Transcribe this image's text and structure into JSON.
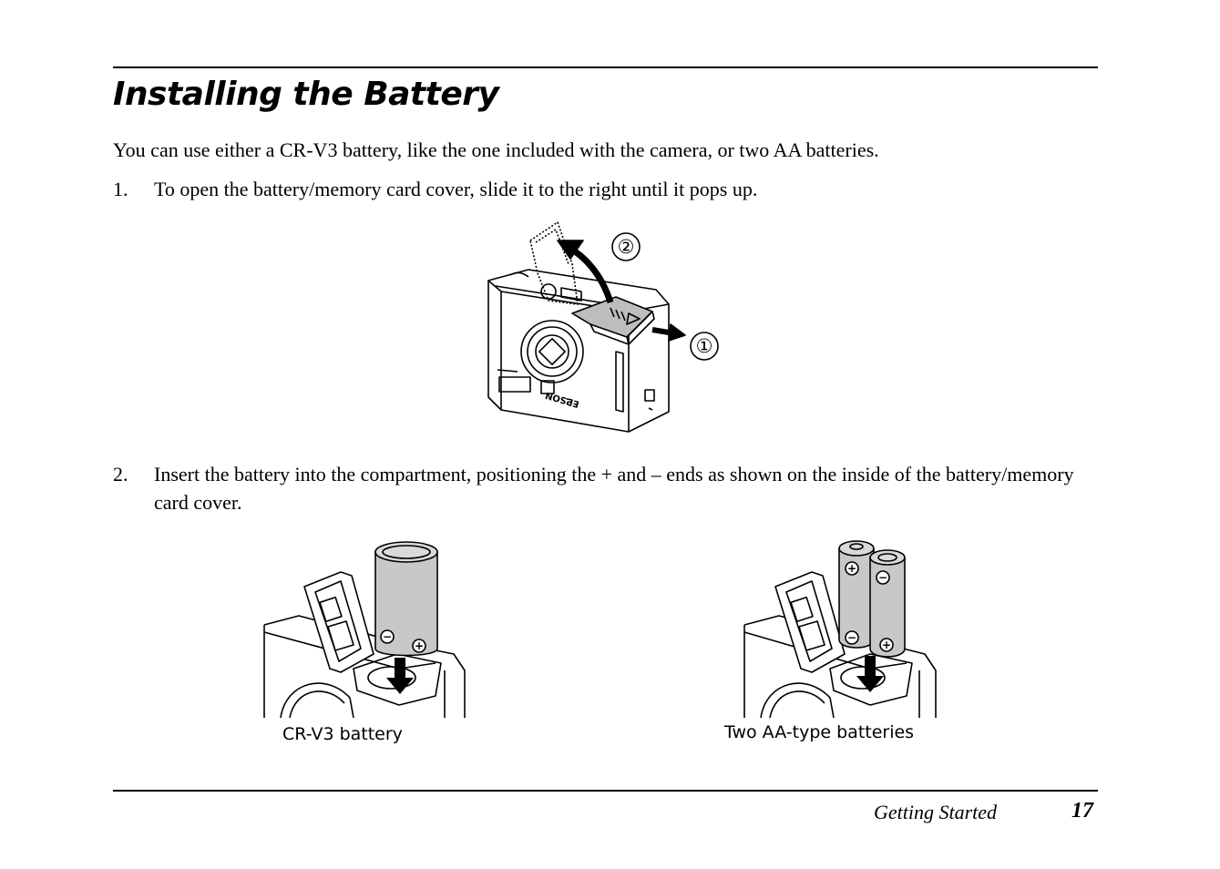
{
  "heading": "Installing the Battery",
  "intro": "You can use either a CR-V3 battery, like the one included with the camera, or two AA batteries.",
  "steps": [
    {
      "number": "1.",
      "text": "To open the battery/memory card cover, slide it to the right until it pops up."
    },
    {
      "number": "2.",
      "text": "Insert the battery into the compartment, positioning the + and – ends as shown on the inside of the battery/memory card cover."
    }
  ],
  "figure1": {
    "brand": "EPSON",
    "callouts": [
      "①",
      "②"
    ]
  },
  "figure2": {
    "caption": "CR-V3 battery",
    "symbols": [
      "−",
      "+"
    ]
  },
  "figure3": {
    "caption": "Two AA-type batteries",
    "symbols": [
      "+",
      "−",
      "−",
      "+"
    ]
  },
  "footer": {
    "section": "Getting Started",
    "page": "17"
  }
}
